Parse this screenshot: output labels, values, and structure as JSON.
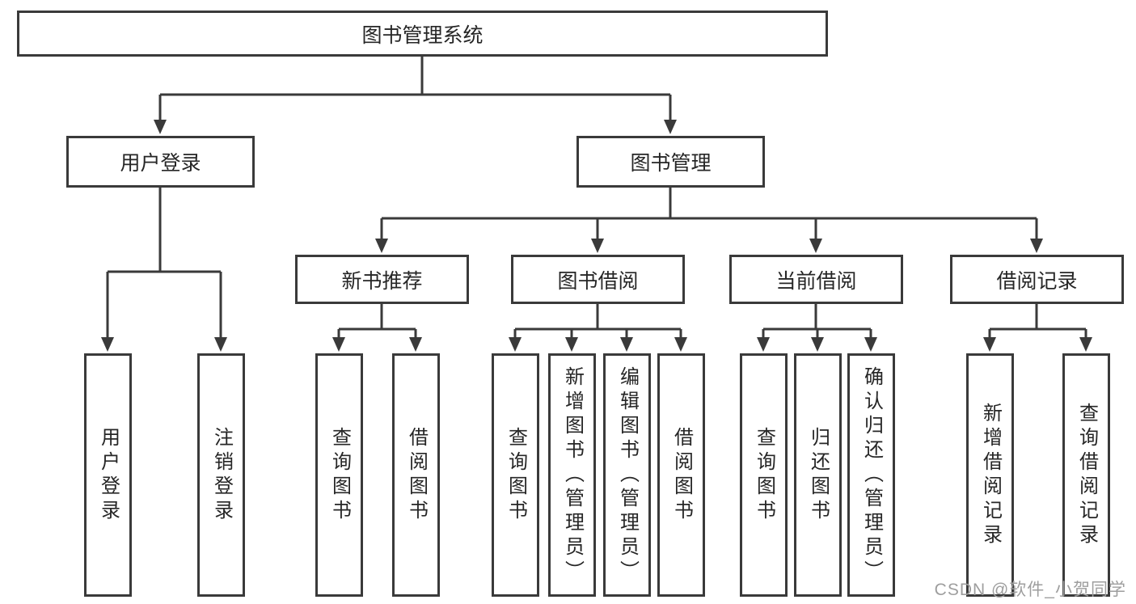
{
  "tree": {
    "label": "图书管理系统",
    "children": [
      {
        "label": "用户登录",
        "children": [
          {
            "label": "用户登录"
          },
          {
            "label": "注销登录"
          }
        ]
      },
      {
        "label": "图书管理",
        "children": [
          {
            "label": "新书推荐",
            "children": [
              {
                "label": "查询图书"
              },
              {
                "label": "借阅图书"
              }
            ]
          },
          {
            "label": "图书借阅",
            "children": [
              {
                "label": "查询图书"
              },
              {
                "label": "新增图书（管理员）"
              },
              {
                "label": "编辑图书（管理员）"
              },
              {
                "label": "借阅图书"
              }
            ]
          },
          {
            "label": "当前借阅",
            "children": [
              {
                "label": "查询图书"
              },
              {
                "label": "归还图书"
              },
              {
                "label": "确认归还（管理员）"
              }
            ]
          },
          {
            "label": "借阅记录",
            "children": [
              {
                "label": "新增借阅记录"
              },
              {
                "label": "查询借阅记录"
              }
            ]
          }
        ]
      }
    ]
  },
  "watermark": {
    "text": "CSDN @软件_小贺同学"
  },
  "colors": {
    "line": "#3a3a3a",
    "text": "#262626",
    "background": "#ffffff",
    "watermark": "#9e9e9e"
  }
}
